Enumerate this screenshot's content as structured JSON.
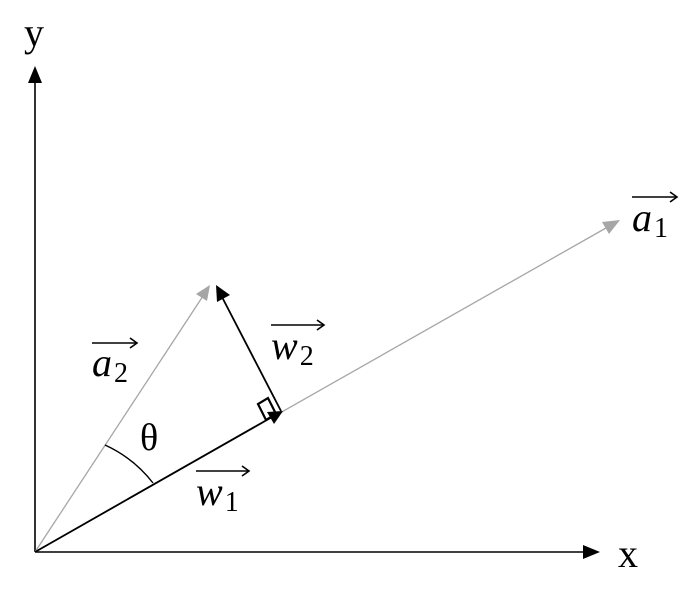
{
  "axes": {
    "x_label": "x",
    "y_label": "y"
  },
  "vectors": {
    "a1": {
      "symbol": "a",
      "subscript": "1"
    },
    "a2": {
      "symbol": "a",
      "subscript": "2"
    },
    "w1": {
      "symbol": "w",
      "subscript": "1"
    },
    "w2": {
      "symbol": "w",
      "subscript": "2"
    }
  },
  "angle": {
    "label": "θ"
  },
  "colors": {
    "primary": "#000000",
    "secondary": "#a6a6a6"
  }
}
